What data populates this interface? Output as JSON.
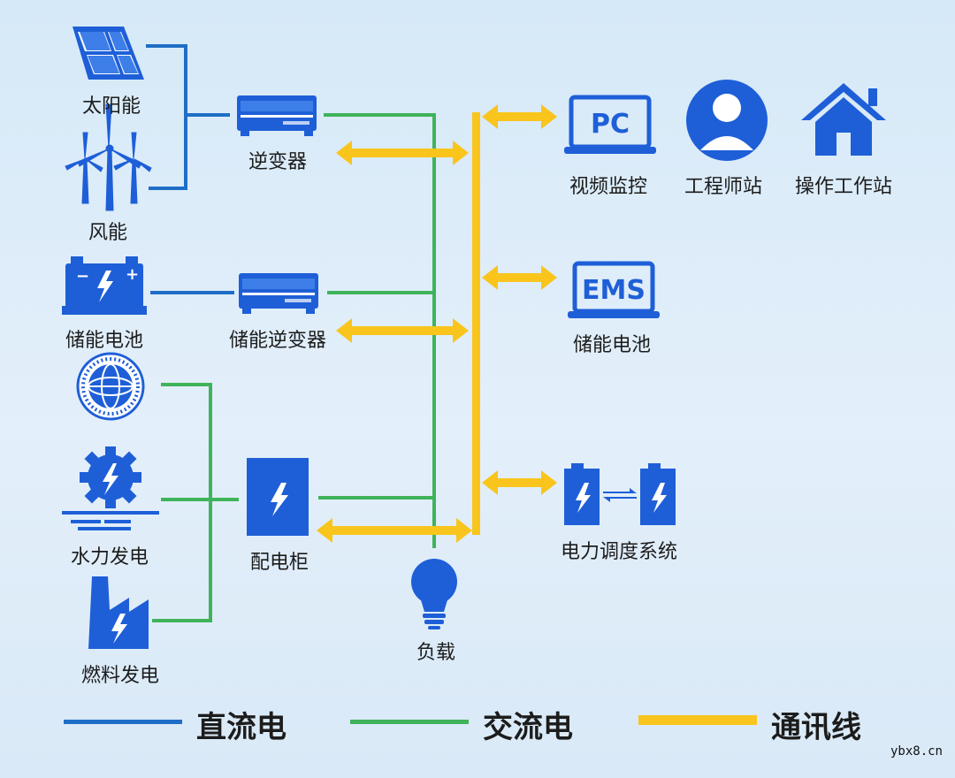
{
  "nodes": {
    "solar": "太阳能",
    "wind": "风能",
    "inverter": "逆变器",
    "storage_battery": "储能电池",
    "storage_inverter": "储能逆变器",
    "hydro": "水力发电",
    "fuel": "燃料发电",
    "distribution_cabinet": "配电柜",
    "load": "负载",
    "video_monitoring": "视频监控",
    "engineer_station": "工程师站",
    "operator_station": "操作工作站",
    "ems_station": "储能电池",
    "dispatch_system": "电力调度系统"
  },
  "icon_text": {
    "pc": "PC",
    "ems": "EMS"
  },
  "legend": {
    "dc": "直流电",
    "ac": "交流电",
    "comm": "通讯线"
  },
  "watermark": "ybx8.cn",
  "colors": {
    "dc": "#1f6ec6",
    "ac": "#3fb35a",
    "comm": "#f9c51c",
    "icon": "#1e5fd8"
  }
}
